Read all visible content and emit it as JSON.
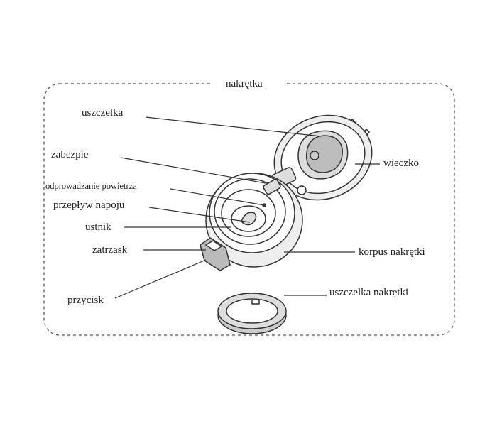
{
  "title": "nakrętka",
  "labels": {
    "uszczelka": "uszczelka",
    "zabezpie": "zabezpie",
    "odprowadzanie": "odprowadzanie powietrza",
    "przeplyw": "przepływ napoju",
    "ustnik": "ustnik",
    "zatrzask": "zatrzask",
    "przycisk": "przycisk",
    "wieczko": "wieczko",
    "korpus": "korpus nakrętki",
    "uszczelka_nakretki": "uszczelka nakrętki"
  },
  "colors": {
    "line": "#333333",
    "fill_gray": "#bdbdbd",
    "light_gray": "#e6e6e6"
  }
}
